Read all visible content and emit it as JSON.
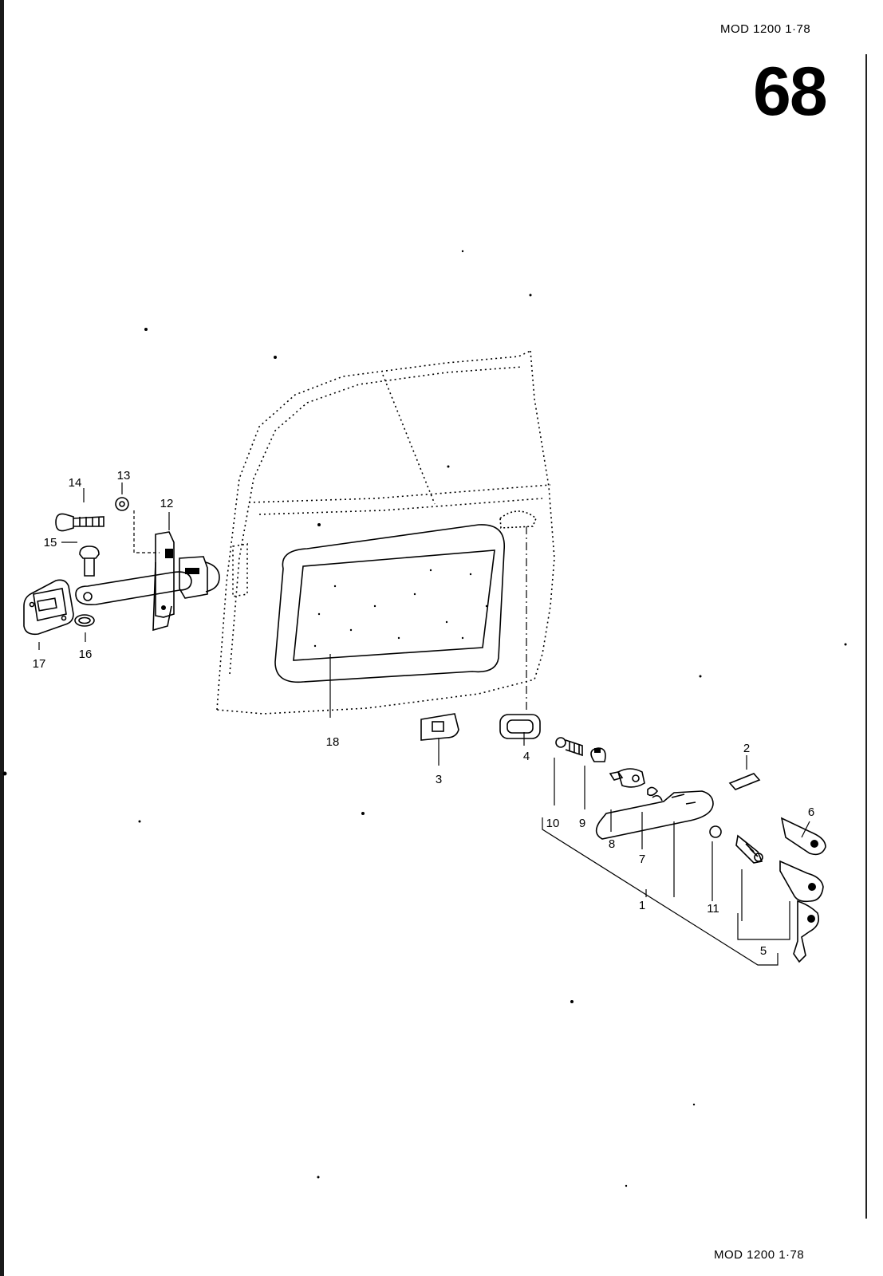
{
  "header": {
    "model_top": "MOD 1200  1·78",
    "page_number": "68"
  },
  "footer": {
    "model_bottom": "MOD 1200  1·78"
  },
  "callouts": [
    "1",
    "2",
    "3",
    "4",
    "5",
    "6",
    "7",
    "8",
    "9",
    "10",
    "11",
    "12",
    "13",
    "14",
    "15",
    "16",
    "17",
    "18"
  ]
}
